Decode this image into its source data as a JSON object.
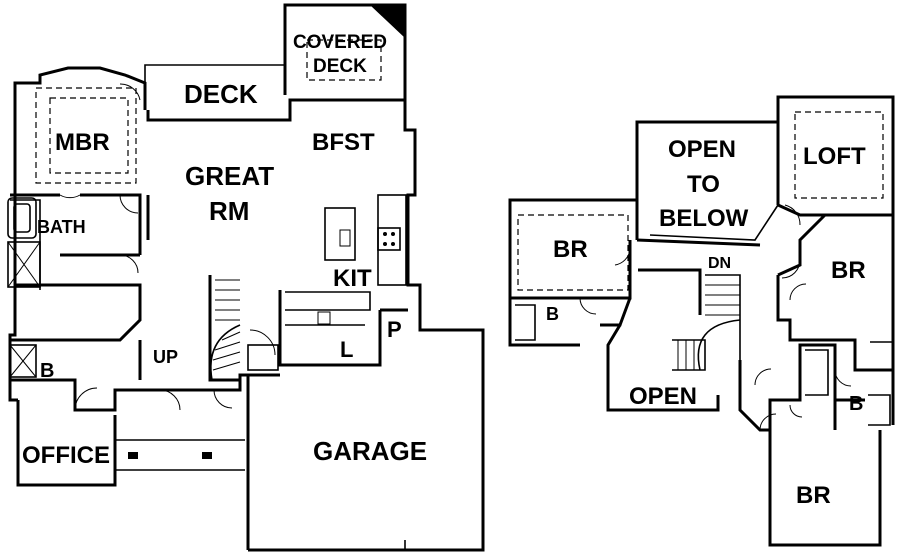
{
  "rooms": {
    "deck": "DECK",
    "covered_deck_line1": "COVERED",
    "covered_deck_line2": "DECK",
    "mbr": "MBR",
    "bath": "BATH",
    "great_rm_line1": "GREAT",
    "great_rm_line2": "RM",
    "bfst": "BFST",
    "kit": "KIT",
    "pantry": "P",
    "laundry": "L",
    "bath_small_main": "B",
    "up": "UP",
    "office": "OFFICE",
    "garage": "GARAGE",
    "open_below_line1": "OPEN",
    "open_below_line2": "TO",
    "open_below_line3": "BELOW",
    "loft": "LOFT",
    "br_left": "BR",
    "br_right": "BR",
    "br_bottom": "BR",
    "dn": "DN",
    "open_stair": "OPEN",
    "bath_upper_left": "B",
    "bath_upper_right": "B"
  }
}
